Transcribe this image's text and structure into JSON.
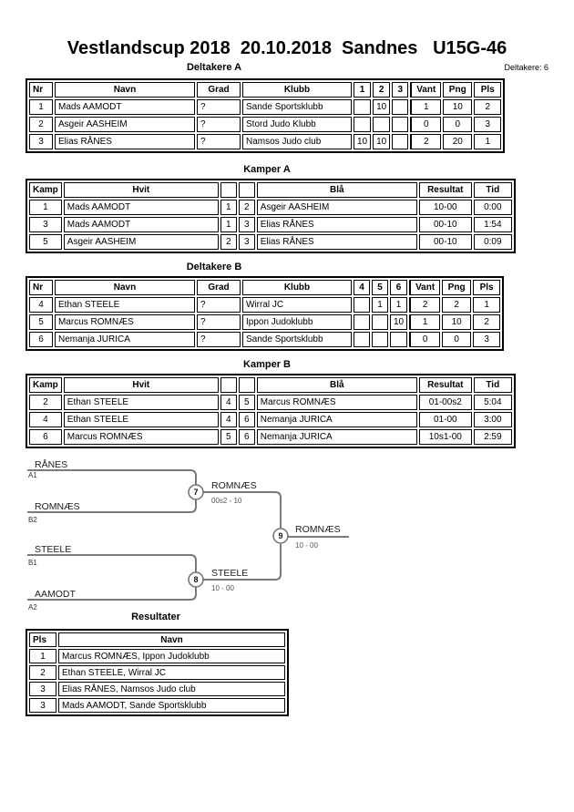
{
  "title": "Vestlandscup 2018  20.10.2018  Sandnes   U15G-46",
  "participants_count": "Deltakere: 6",
  "sections": {
    "deltakere_a": {
      "heading": "Deltakere A",
      "headers": [
        "Nr",
        "Navn",
        "Grad",
        "Klubb",
        "1",
        "2",
        "3",
        "Vant",
        "Png",
        "Pls"
      ],
      "rows": [
        [
          "1",
          "Mads AAMODT",
          "?",
          "Sande Sportsklubb",
          "",
          "10",
          "",
          "1",
          "10",
          "2"
        ],
        [
          "2",
          "Asgeir AASHEIM",
          "?",
          "Stord Judo Klubb",
          "",
          "",
          "",
          "0",
          "0",
          "3"
        ],
        [
          "3",
          "Elias RÅNES",
          "?",
          "Namsos Judo club",
          "10",
          "10",
          "",
          "2",
          "20",
          "1"
        ]
      ]
    },
    "kamper_a": {
      "heading": "Kamper A",
      "headers": [
        "Kamp",
        "Hvit",
        "",
        "",
        "Blå",
        "Resultat",
        "Tid"
      ],
      "rows": [
        [
          "1",
          "Mads AAMODT",
          "1",
          "2",
          "Asgeir AASHEIM",
          "10-00",
          "0:00"
        ],
        [
          "3",
          "Mads AAMODT",
          "1",
          "3",
          "Elias RÅNES",
          "00-10",
          "1:54"
        ],
        [
          "5",
          "Asgeir AASHEIM",
          "2",
          "3",
          "Elias RÅNES",
          "00-10",
          "0:09"
        ]
      ]
    },
    "deltakere_b": {
      "heading": "Deltakere B",
      "headers": [
        "Nr",
        "Navn",
        "Grad",
        "Klubb",
        "4",
        "5",
        "6",
        "Vant",
        "Png",
        "Pls"
      ],
      "rows": [
        [
          "4",
          "Ethan STEELE",
          "?",
          "Wirral JC",
          "",
          "1",
          "1",
          "2",
          "2",
          "1"
        ],
        [
          "5",
          "Marcus ROMNÆS",
          "?",
          "Ippon Judoklubb",
          "",
          "",
          "10",
          "1",
          "10",
          "2"
        ],
        [
          "6",
          "Nemanja JURICA",
          "?",
          "Sande Sportsklubb",
          "",
          "",
          "",
          "0",
          "0",
          "3"
        ]
      ]
    },
    "kamper_b": {
      "heading": "Kamper B",
      "headers": [
        "Kamp",
        "Hvit",
        "",
        "",
        "Blå",
        "Resultat",
        "Tid"
      ],
      "rows": [
        [
          "2",
          "Ethan STEELE",
          "4",
          "5",
          "Marcus ROMNÆS",
          "01-00s2",
          "5:04"
        ],
        [
          "4",
          "Ethan STEELE",
          "4",
          "6",
          "Nemanja JURICA",
          "01-00",
          "3:00"
        ],
        [
          "6",
          "Marcus ROMNÆS",
          "5",
          "6",
          "Nemanja JURICA",
          "10s1-00",
          "2:59"
        ]
      ]
    },
    "resultater": {
      "heading": "Resultater",
      "headers": [
        "Pls",
        "Navn"
      ],
      "rows": [
        [
          "1",
          "Marcus ROMNÆS, Ippon Judoklubb"
        ],
        [
          "2",
          "Ethan STEELE, Wirral JC"
        ],
        [
          "3",
          "Elias RÅNES, Namsos Judo club"
        ],
        [
          "3",
          "Mads AAMODT, Sande Sportsklubb"
        ]
      ]
    }
  },
  "bracket": {
    "match7": {
      "number": "7",
      "top_name": "RÅNES",
      "top_seed": "A1",
      "bottom_name": "ROMNÆS",
      "bottom_seed": "B2",
      "winner": "ROMNÆS",
      "score": "00s2 - 10"
    },
    "match8": {
      "number": "8",
      "top_name": "STEELE",
      "top_seed": "B1",
      "bottom_name": "AAMODT",
      "bottom_seed": "A2",
      "winner": "STEELE",
      "score": "10 - 00"
    },
    "match9": {
      "number": "9",
      "winner": "ROMNÆS",
      "score": "10 - 00"
    }
  }
}
